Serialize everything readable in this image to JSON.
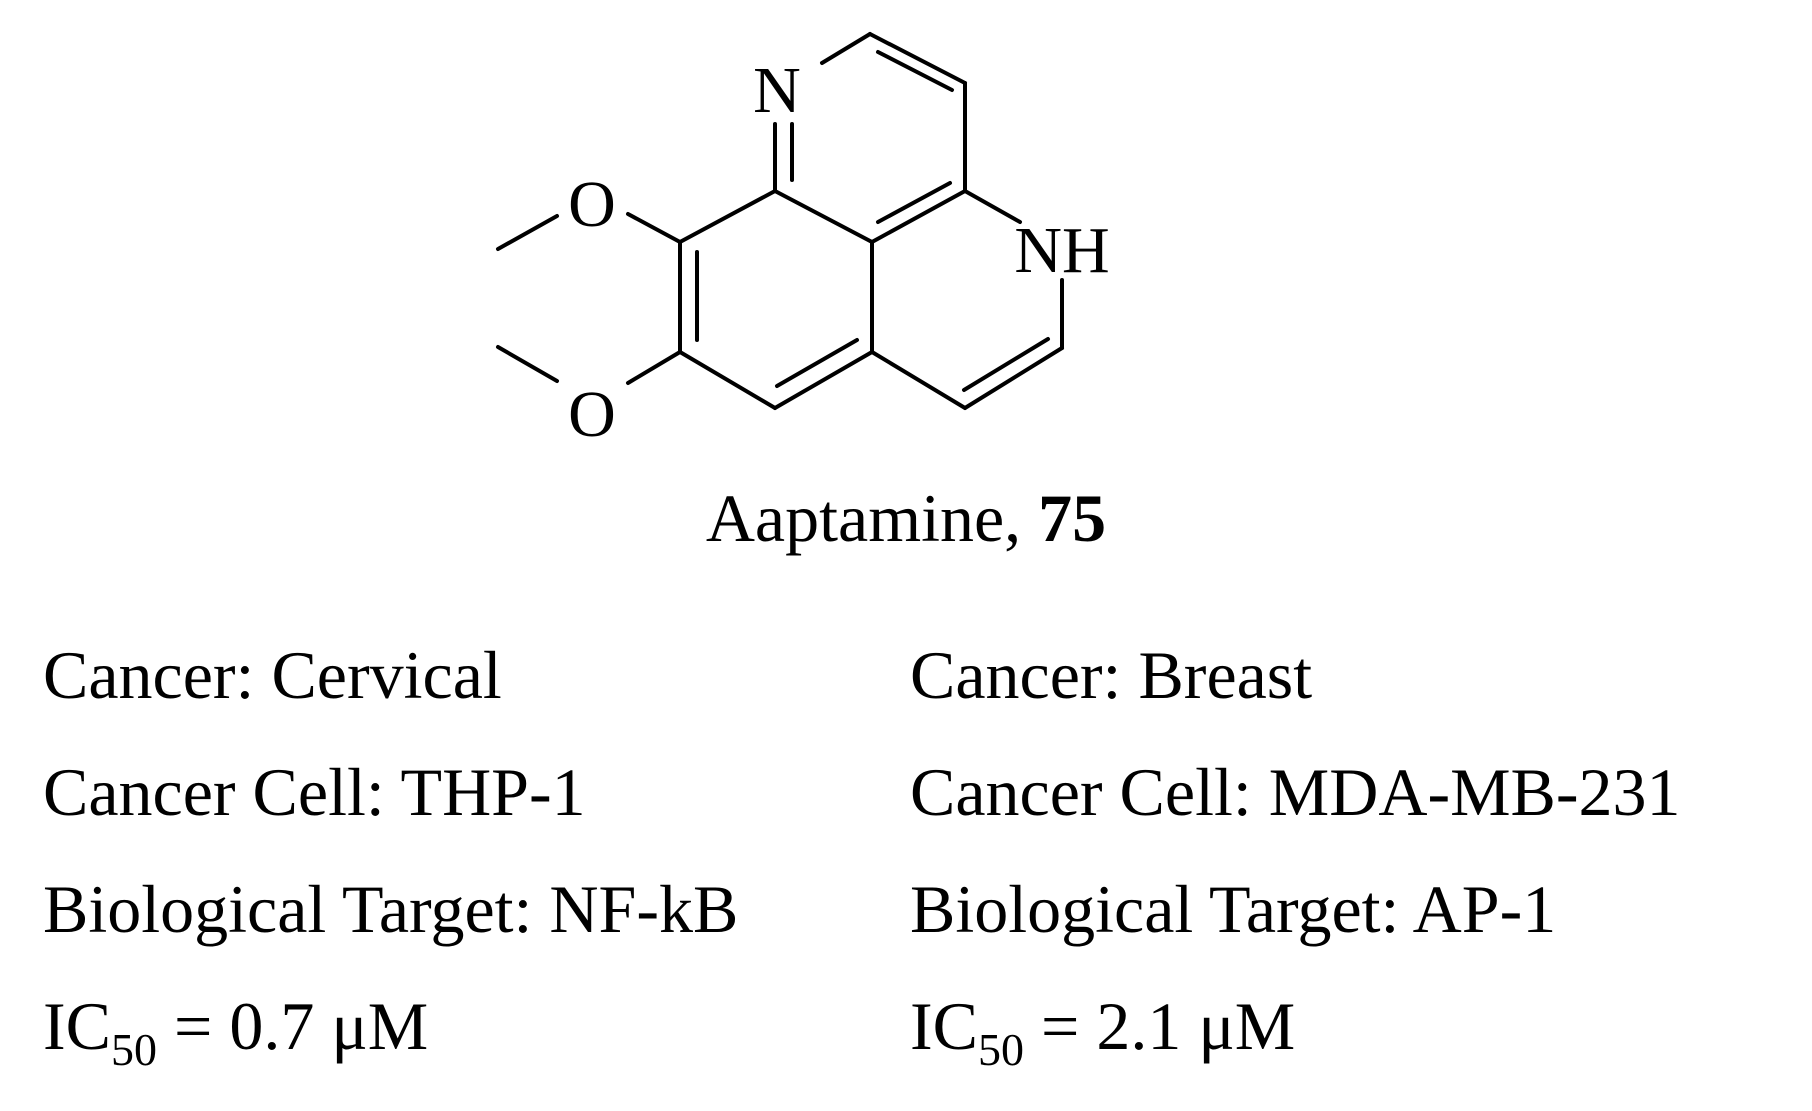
{
  "compound": {
    "atoms": {
      "n_ring": "N",
      "nh": "NH",
      "o_upper": "O",
      "o_lower": "O"
    },
    "name": "Aaptamine, ",
    "number": "75"
  },
  "activities": [
    {
      "cancer": "Cancer: Cervical",
      "cell": "Cancer Cell: THP-1",
      "target": "Biological Target: NF-kB",
      "ic50_prefix": "IC",
      "ic50_sub": "50",
      "ic50_value": " = 0.7 μM"
    },
    {
      "cancer": "Cancer: Breast",
      "cell": "Cancer Cell: MDA-MB-231",
      "target": "Biological Target: AP-1",
      "ic50_prefix": "IC",
      "ic50_sub": "50",
      "ic50_value": " = 2.1 μM"
    }
  ]
}
